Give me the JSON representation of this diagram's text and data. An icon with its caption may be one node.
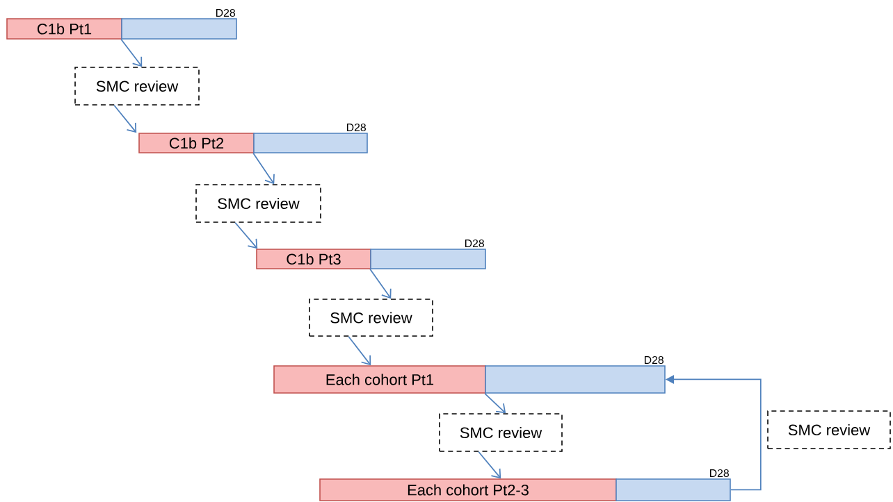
{
  "diagram": {
    "nodes": [
      {
        "text": [
          "C1b Pt1"
        ]
      },
      {
        "text": [],
        "shape": "bar",
        "beside": [
          "D28"
        ]
      },
      {
        "text": [
          "SMC review"
        ]
      },
      {
        "text": [
          "C1b Pt2"
        ]
      },
      {
        "text": [],
        "shape": "bar",
        "beside": [
          "D28"
        ]
      },
      {
        "text": [
          "SMC review"
        ]
      },
      {
        "text": [
          "C1b Pt3"
        ]
      },
      {
        "text": [],
        "shape": "bar",
        "beside": [
          "D28"
        ]
      },
      {
        "text": [
          "SMC review"
        ]
      },
      {
        "text": [
          "Each cohort Pt1"
        ]
      },
      {
        "text": [],
        "shape": "bar",
        "beside": [
          "D28"
        ]
      },
      {
        "text": [
          "SMC review"
        ]
      },
      {
        "text": [
          "Each cohort Pt2-3"
        ]
      },
      {
        "text": [],
        "shape": "bar",
        "beside": [
          "D28"
        ]
      },
      {
        "text": [
          "SMC review"
        ]
      }
    ],
    "edges": [
      {
        "from": 1,
        "to": 2,
        "arrow": "to"
      },
      {
        "from": 2,
        "to": 3,
        "arrow": "to"
      },
      {
        "from": 4,
        "to": 5,
        "arrow": "to"
      },
      {
        "from": 5,
        "to": 6,
        "arrow": "to"
      },
      {
        "from": 7,
        "to": 8,
        "arrow": "to"
      },
      {
        "from": 8,
        "to": 9,
        "arrow": "to"
      },
      {
        "from": 10,
        "to": 11,
        "arrow": "to"
      },
      {
        "from": 11,
        "to": 12,
        "arrow": "to"
      },
      {
        "from": 13,
        "to": 10,
        "arrow": "to"
      }
    ]
  }
}
